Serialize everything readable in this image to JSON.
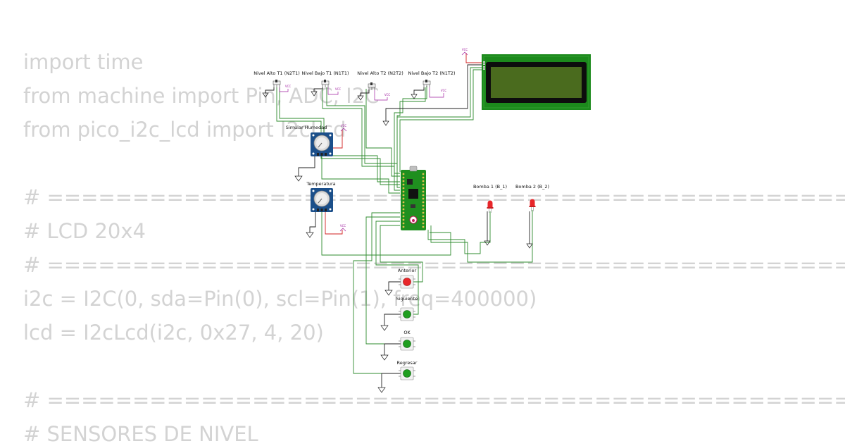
{
  "code_lines": [
    "import time",
    "from machine import Pin, ADC, I2C",
    "from pico_i2c_lcd import I2cLcd",
    "",
    "# ===========================================================",
    "# LCD 20x4",
    "# ===========================================================",
    "i2c = I2C(0, sda=Pin(0), scl=Pin(1), freq=400000)",
    "lcd = I2cLcd(i2c, 0x27, 4, 20)",
    "",
    "# ===========================================================",
    "# SENSORES DE NIVEL"
  ],
  "switches": [
    {
      "label": "Nivel Alto T1 (N2T1)"
    },
    {
      "label": "Nivel Bajo T1 (N1T1)"
    },
    {
      "label": "Nivel Alto T2 (N2T2)"
    },
    {
      "label": "Nivel Bajo T2 (N1T2)"
    }
  ],
  "potentiometers": [
    {
      "label": "Simular Humedad"
    },
    {
      "label": "Temperatura"
    }
  ],
  "leds": [
    {
      "label": "Bomba 1 (B_1)"
    },
    {
      "label": "Bomba 2 (B_2)"
    }
  ],
  "buttons": [
    {
      "label": "Anterior",
      "color": "#e8262a"
    },
    {
      "label": "Siguiente",
      "color": "#1f9e1f"
    },
    {
      "label": "OK",
      "color": "#1f9e1f"
    },
    {
      "label": "Regresar",
      "color": "#1f9e1f"
    }
  ],
  "vcc_label": "VCC",
  "colors": {
    "code_text": "#d3d3d3",
    "wire_signal": "#2e8b2e",
    "wire_ground": "#222222",
    "wire_power": "#d21f1f",
    "lcd_frame": "#1c8a1c",
    "lcd_screen": "#4a6b1e",
    "pico_board": "#1f8f1f",
    "pot_body": "#1b4f8a"
  }
}
